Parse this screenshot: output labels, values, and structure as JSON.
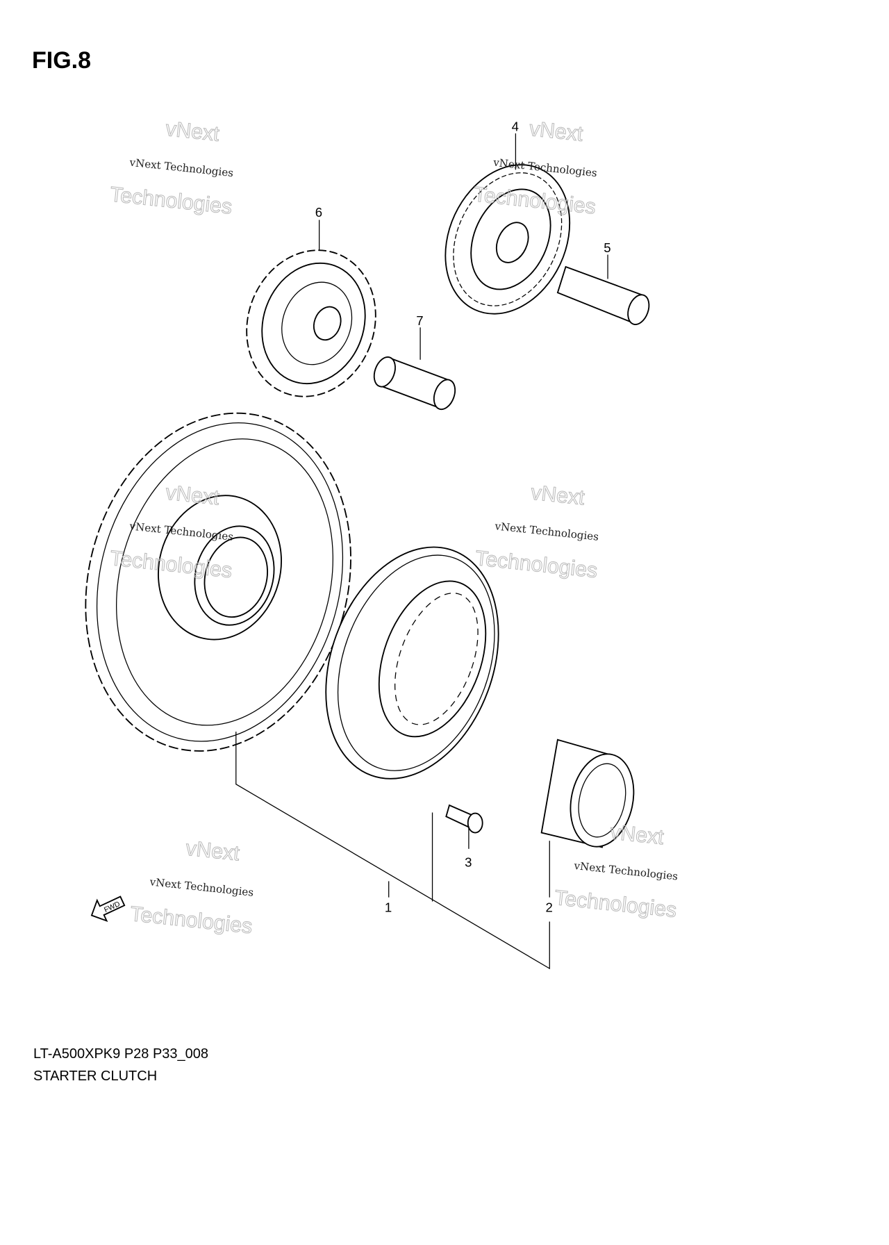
{
  "figure": {
    "title": "FIG.8"
  },
  "caption": {
    "code": "LT-A500XPK9 P28 P33_008",
    "name": "STARTER CLUTCH"
  },
  "callouts": [
    "1",
    "2",
    "3",
    "4",
    "5",
    "6",
    "7"
  ],
  "watermark": {
    "small": "vNext Technologies",
    "large_line1": "vNext",
    "large_line2": "Technologies"
  },
  "fwd_label": "FWD"
}
